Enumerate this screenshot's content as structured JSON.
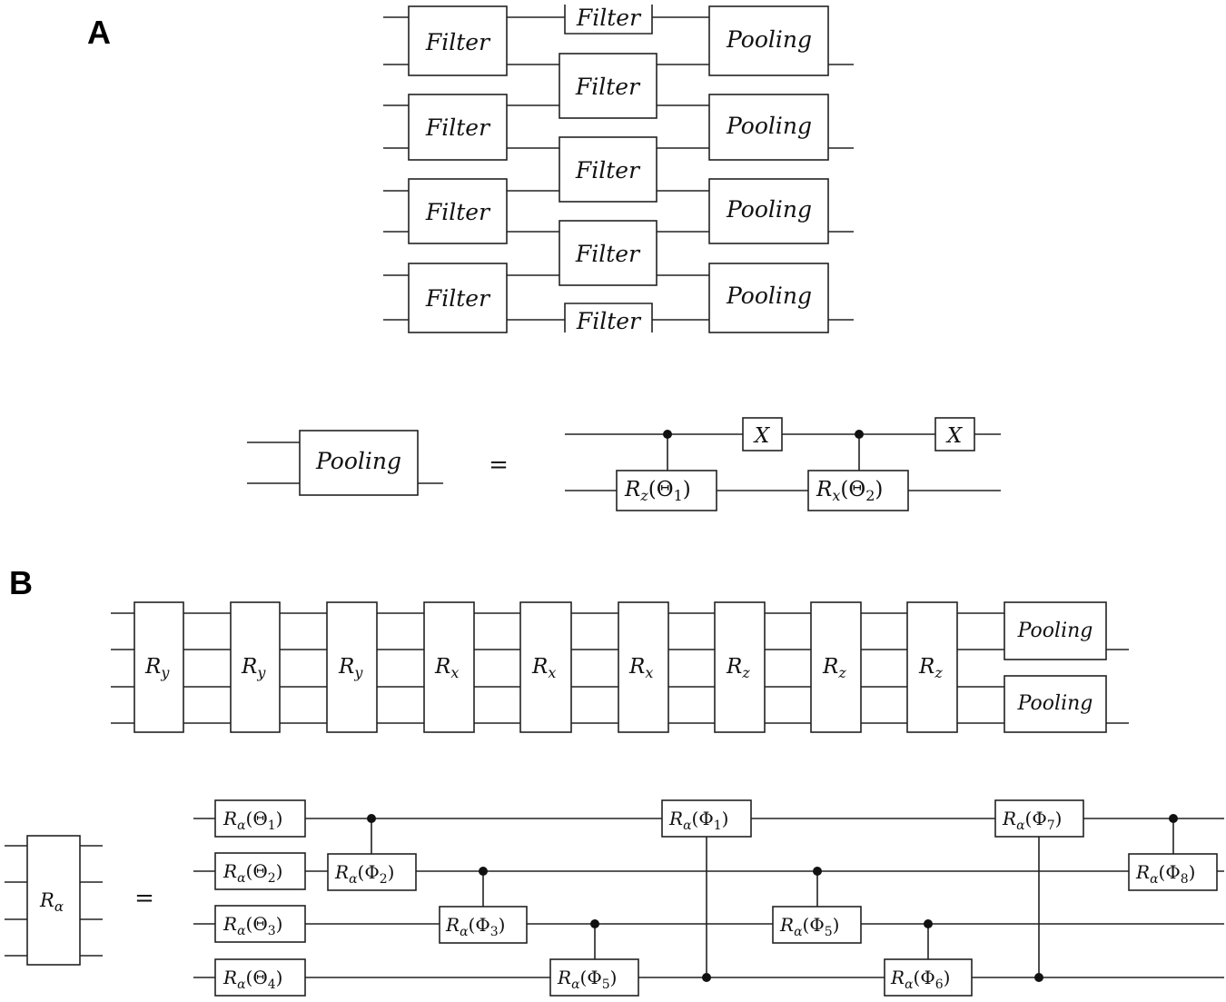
{
  "panels": {
    "a": "A",
    "b": "B"
  },
  "gates": {
    "filter": "Filter",
    "pooling": "Pooling",
    "x": "X",
    "rz_theta1": {
      "base": "R",
      "sub": "z",
      "arg": "(Θ",
      "idx": "1",
      "close": ")"
    },
    "rx_theta2": {
      "base": "R",
      "sub": "x",
      "arg": "(Θ",
      "idx": "2",
      "close": ")"
    },
    "ry": {
      "base": "R",
      "sub": "y"
    },
    "rx": {
      "base": "R",
      "sub": "x"
    },
    "rz": {
      "base": "R",
      "sub": "z"
    },
    "ralpha": {
      "base": "R",
      "sub": "α"
    }
  },
  "equals": "=",
  "ralpha_theta": [
    {
      "arg": "(Θ",
      "idx": "1",
      "close": ")"
    },
    {
      "arg": "(Θ",
      "idx": "2",
      "close": ")"
    },
    {
      "arg": "(Θ",
      "idx": "3",
      "close": ")"
    },
    {
      "arg": "(Θ",
      "idx": "4",
      "close": ")"
    }
  ],
  "ralpha_phi": [
    {
      "arg": "(Φ",
      "idx": "1",
      "close": ")"
    },
    {
      "arg": "(Φ",
      "idx": "2",
      "close": ")"
    },
    {
      "arg": "(Φ",
      "idx": "3",
      "close": ")"
    },
    {
      "arg": "(Φ",
      "idx": "5",
      "close": ")"
    },
    {
      "arg": "(Φ",
      "idx": "5",
      "close": ")"
    },
    {
      "arg": "(Φ",
      "idx": "6",
      "close": ")"
    },
    {
      "arg": "(Φ",
      "idx": "7",
      "close": ")"
    },
    {
      "arg": "(Φ",
      "idx": "8",
      "close": ")"
    }
  ]
}
